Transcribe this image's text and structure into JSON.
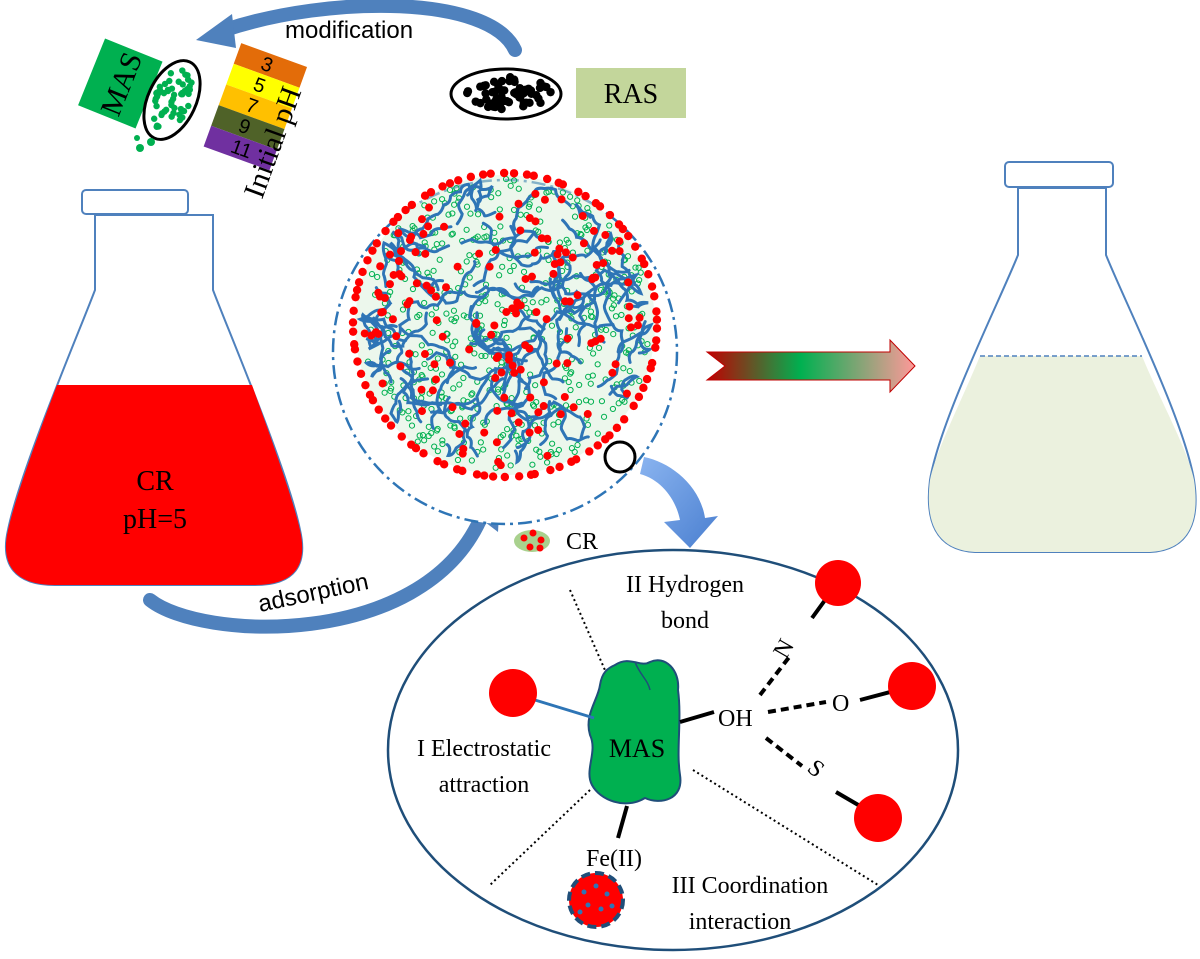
{
  "labels": {
    "modification": "modification",
    "adsorption": "adsorption",
    "mas_box": "MAS",
    "ras_box": "RAS",
    "initial_ph": "Initial pH",
    "flask_text_1": "CR",
    "flask_text_2": "pH=5",
    "cr_legend": "CR",
    "hydrogen_1": "II Hydrogen",
    "hydrogen_2": "bond",
    "electrostatic_1": "I Electrostatic",
    "electrostatic_2": "attraction",
    "coordination_1": "III Coordination",
    "coordination_2": "interaction",
    "mas_center": "MAS",
    "oh": "OH",
    "n": "N",
    "o": "O",
    "s": "S",
    "fe": "Fe(II)"
  },
  "ph_scale": [
    {
      "value": "3",
      "color": "#e36c09"
    },
    {
      "value": "5",
      "color": "#ffff00"
    },
    {
      "value": "7",
      "color": "#ffc000"
    },
    {
      "value": "9",
      "color": "#4f6228"
    },
    {
      "value": "11",
      "color": "#7030a0"
    }
  ],
  "colors": {
    "mas_green": "#00b050",
    "ras_green": "#c3d69b",
    "cr_red": "#ff0000",
    "arrow_blue": "#4f81bd",
    "dark_blue": "#1f4e79",
    "clean_liquid": "#ebf1de"
  }
}
